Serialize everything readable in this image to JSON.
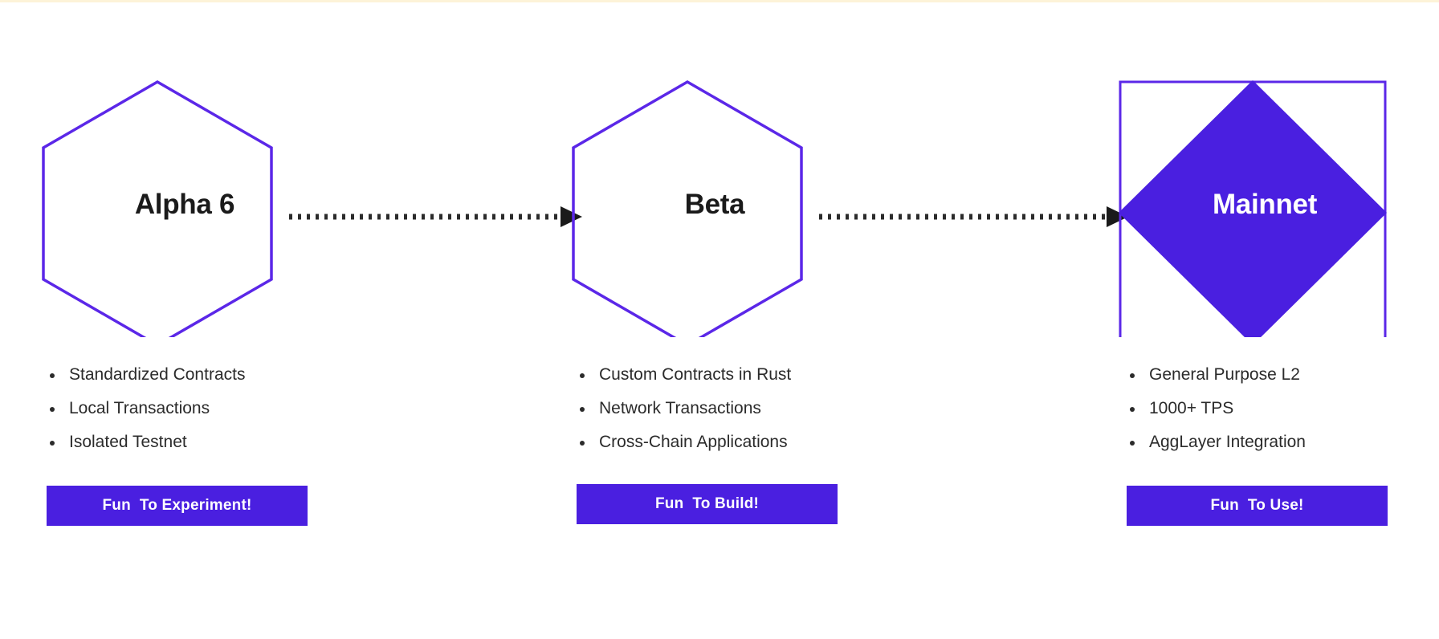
{
  "page": {
    "background": "#ffffff",
    "accent": "#4a1fe0",
    "stroke": "#5b27e8",
    "top_rule_color": "#fdf3d8",
    "text_color": "#2b2b2b"
  },
  "stages": [
    {
      "id": "alpha-6",
      "label": "Alpha 6",
      "shape": "hexagon",
      "fill": "none",
      "label_color": "#1a1a1a",
      "bullets": [
        "Standardized Contracts",
        "Local Transactions",
        "Isolated Testnet"
      ],
      "cta": "Fun  To Experiment!"
    },
    {
      "id": "beta",
      "label": "Beta",
      "shape": "hexagon",
      "fill": "none",
      "label_color": "#1a1a1a",
      "bullets": [
        "Custom Contracts in Rust",
        "Network Transactions",
        "Cross-Chain Applications"
      ],
      "cta": "Fun  To Build!"
    },
    {
      "id": "mainnet",
      "label": "Mainnet",
      "shape": "square-with-diamond",
      "fill": "#4a1fe0",
      "label_color": "#ffffff",
      "bullets": [
        "General Purpose L2",
        "1000+ TPS",
        "AggLayer Integration"
      ],
      "cta": "Fun  To Use!"
    }
  ],
  "connectors": [
    {
      "id": "alpha-to-beta",
      "style": "dotted",
      "arrowhead": "triangle",
      "color": "#2b2b2b"
    },
    {
      "id": "beta-to-mainnet",
      "style": "dotted",
      "arrowhead": "triangle",
      "color": "#2b2b2b"
    }
  ]
}
